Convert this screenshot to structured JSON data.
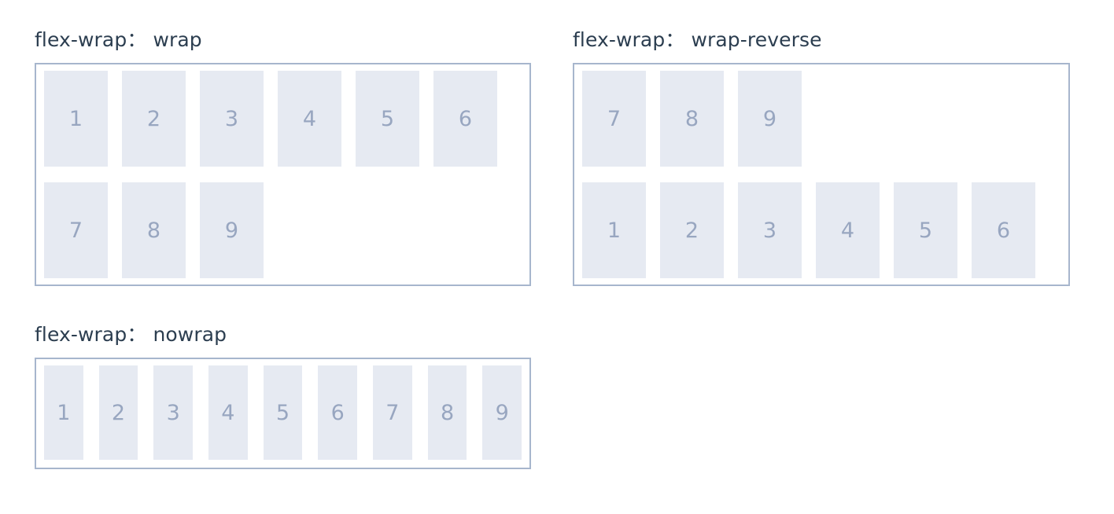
{
  "page": {
    "background_color": "#ffffff",
    "heading_color": "#2c3e50",
    "container_border_color": "#a7b6cd",
    "item_background_color": "#e6eaf2",
    "item_text_color": "#98a6c0"
  },
  "blocks": [
    {
      "id": "wrap",
      "heading": "flex-wrap： wrap",
      "property_name": "flex-wrap",
      "property_value": "wrap",
      "rows": [
        {
          "items": [
            "1",
            "2",
            "3",
            "4",
            "5",
            "6"
          ]
        },
        {
          "items": [
            "7",
            "8",
            "9"
          ]
        }
      ],
      "items": [
        "1",
        "2",
        "3",
        "4",
        "5",
        "6",
        "7",
        "8",
        "9"
      ]
    },
    {
      "id": "wrap-reverse",
      "heading": "flex-wrap： wrap-reverse",
      "property_name": "flex-wrap",
      "property_value": "wrap-reverse",
      "rows": [
        {
          "items": [
            "7",
            "8",
            "9"
          ]
        },
        {
          "items": [
            "1",
            "2",
            "3",
            "4",
            "5",
            "6"
          ]
        }
      ],
      "items": [
        "1",
        "2",
        "3",
        "4",
        "5",
        "6",
        "7",
        "8",
        "9"
      ]
    },
    {
      "id": "nowrap",
      "heading": "flex-wrap： nowrap",
      "property_name": "flex-wrap",
      "property_value": "nowrap",
      "rows": [
        {
          "items": [
            "1",
            "2",
            "3",
            "4",
            "5",
            "6",
            "7",
            "8",
            "9"
          ]
        }
      ],
      "items": [
        "1",
        "2",
        "3",
        "4",
        "5",
        "6",
        "7",
        "8",
        "9"
      ]
    }
  ]
}
